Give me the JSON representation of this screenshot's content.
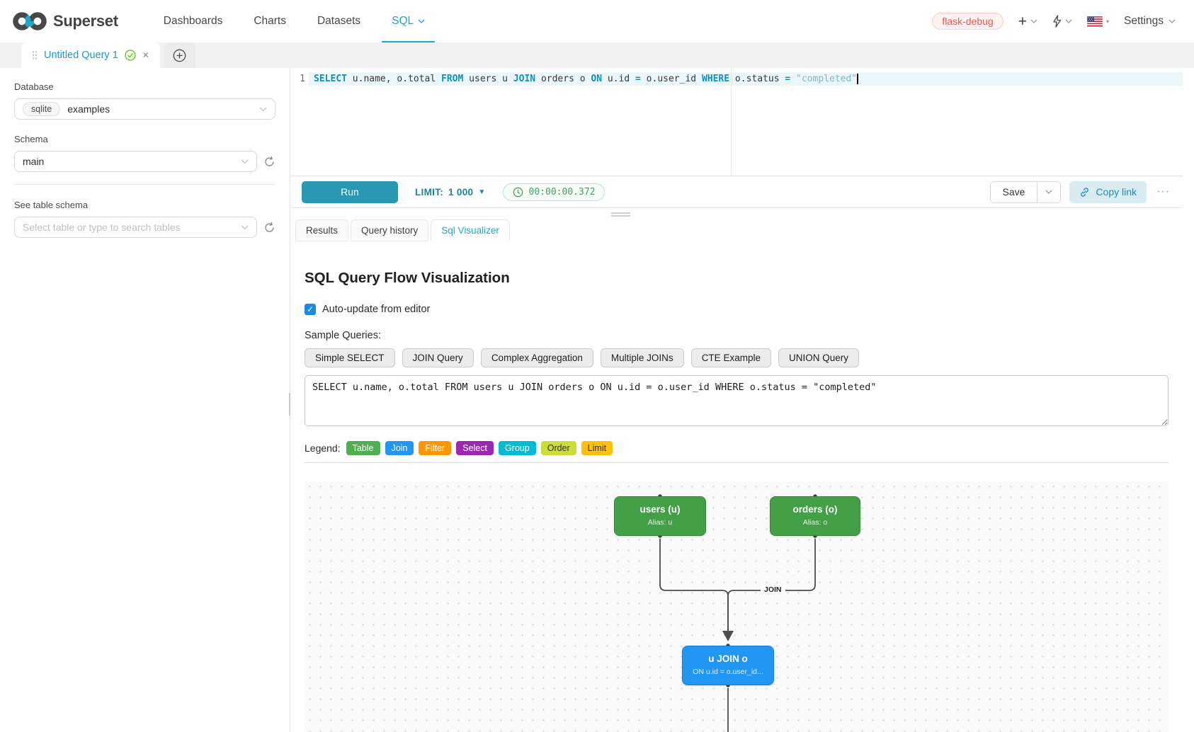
{
  "navbar": {
    "brand": "Superset",
    "items": [
      {
        "label": "Dashboards",
        "active": false
      },
      {
        "label": "Charts",
        "active": false
      },
      {
        "label": "Datasets",
        "active": false
      },
      {
        "label": "SQL",
        "active": true,
        "has_caret": true
      }
    ],
    "environment_tag": "flask-debug",
    "settings_label": "Settings"
  },
  "tab_strip": {
    "active_tab_title": "Untitled Query 1"
  },
  "sidebar": {
    "database_label": "Database",
    "database_engine": "sqlite",
    "database_value": "examples",
    "schema_label": "Schema",
    "schema_value": "main",
    "table_label": "See table schema",
    "table_placeholder": "Select table or type to search tables"
  },
  "editor": {
    "line_number": "1",
    "tokens": [
      {
        "text": "SELECT ",
        "type": "keyword"
      },
      {
        "text": "u.name, o.total ",
        "type": "plain"
      },
      {
        "text": "FROM ",
        "type": "keyword"
      },
      {
        "text": "users u ",
        "type": "plain"
      },
      {
        "text": "JOIN ",
        "type": "keyword"
      },
      {
        "text": "orders o ",
        "type": "plain"
      },
      {
        "text": "ON ",
        "type": "keyword"
      },
      {
        "text": "u.id ",
        "type": "plain"
      },
      {
        "text": "= ",
        "type": "keyword"
      },
      {
        "text": "o.user_id ",
        "type": "plain"
      },
      {
        "text": "WHERE ",
        "type": "keyword"
      },
      {
        "text": "o.status ",
        "type": "plain"
      },
      {
        "text": "= ",
        "type": "keyword"
      },
      {
        "text": "\"completed\"",
        "type": "string"
      }
    ]
  },
  "toolbar": {
    "run_label": "Run",
    "limit_label": "LIMIT:",
    "limit_value": "1 000",
    "timer_value": "00:00:00.372",
    "save_label": "Save",
    "copy_link_label": "Copy link"
  },
  "result_tabs": [
    {
      "label": "Results",
      "active": false
    },
    {
      "label": "Query history",
      "active": false
    },
    {
      "label": "Sql Visualizer",
      "active": true
    }
  ],
  "visualizer": {
    "title": "SQL Query Flow Visualization",
    "auto_update_label": "Auto-update from editor",
    "sample_queries_label": "Sample Queries:",
    "sample_queries": [
      "Simple SELECT",
      "JOIN Query",
      "Complex Aggregation",
      "Multiple JOINs",
      "CTE Example",
      "UNION Query"
    ],
    "query_text": "SELECT u.name, o.total FROM users u JOIN orders o ON u.id = o.user_id WHERE o.status = \"completed\"",
    "legend_label": "Legend:",
    "legend": [
      {
        "label": "Table",
        "color": "#4caf50",
        "text_color": "#ffffff"
      },
      {
        "label": "Join",
        "color": "#2196f3",
        "text_color": "#ffffff"
      },
      {
        "label": "Filter",
        "color": "#ff9800",
        "text_color": "#ffffff"
      },
      {
        "label": "Select",
        "color": "#9c27b0",
        "text_color": "#ffffff"
      },
      {
        "label": "Group",
        "color": "#00bcd4",
        "text_color": "#ffffff"
      },
      {
        "label": "Order",
        "color": "#cddc39",
        "text_color": "#333333"
      },
      {
        "label": "Limit",
        "color": "#ffc107",
        "text_color": "#333333"
      }
    ],
    "flow": {
      "edge_label": "JOIN",
      "nodes": {
        "users": {
          "title": "users (u)",
          "subtitle": "Alias: u"
        },
        "orders": {
          "title": "orders (o)",
          "subtitle": "Alias: o"
        },
        "join": {
          "title": "u JOIN o",
          "subtitle": "ON u.id = o.user_id..."
        }
      }
    }
  },
  "icons": {
    "check": "✓",
    "close": "✕",
    "plus": "+",
    "caret_solid": "▼",
    "flag_caret": "▾",
    "ellipsis": "···"
  },
  "colors": {
    "primary": "#20a7c9",
    "run_button": "#2899b1",
    "node_green": "#43a047",
    "node_blue": "#2196f3",
    "edge": "#4d4d4d"
  }
}
